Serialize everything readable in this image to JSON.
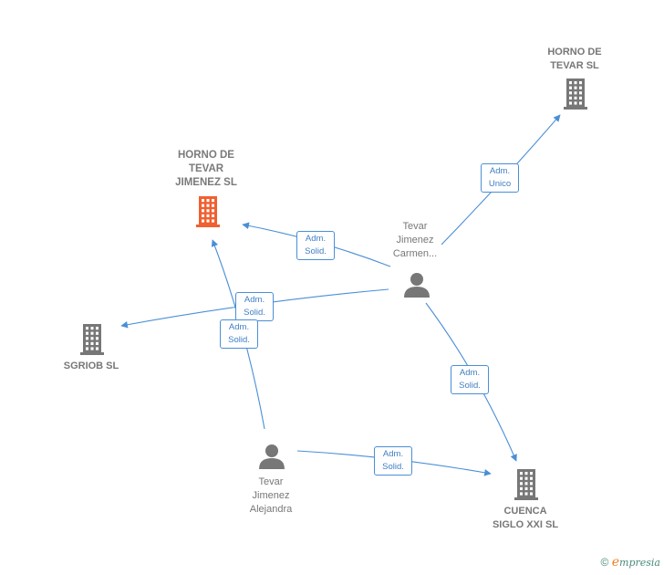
{
  "nodes": {
    "horno_tevar_jimenez": {
      "label": "HORNO DE\nTEVAR\nJIMENEZ  SL",
      "icon": "building-icon",
      "color": "#f06030"
    },
    "horno_tevar": {
      "label": "HORNO DE\nTEVAR  SL",
      "icon": "building-icon",
      "color": "#777777"
    },
    "sgriob": {
      "label": "SGRIOB  SL",
      "icon": "building-icon",
      "color": "#777777"
    },
    "cuenca": {
      "label": "CUENCA\nSIGLO XXI SL",
      "icon": "building-icon",
      "color": "#777777"
    },
    "person_carmen": {
      "label": "Tevar\nJimenez\nCarmen...",
      "icon": "person-icon",
      "color": "#777777"
    },
    "person_alejandra": {
      "label": "Tevar\nJimenez\nAlejandra",
      "icon": "person-icon",
      "color": "#777777"
    }
  },
  "edges": [
    {
      "from": "person_carmen",
      "to": "horno_tevar",
      "label": "Adm.\nUnico"
    },
    {
      "from": "person_carmen",
      "to": "horno_tevar_jimenez",
      "label": "Adm.\nSolid."
    },
    {
      "from": "person_carmen",
      "to": "sgriob",
      "label": "Adm.\nSolid."
    },
    {
      "from": "person_carmen",
      "to": "cuenca",
      "label": "Adm.\nSolid."
    },
    {
      "from": "person_alejandra",
      "to": "horno_tevar_jimenez",
      "label": "Adm.\nSolid."
    },
    {
      "from": "person_alejandra",
      "to": "cuenca",
      "label": "Adm.\nSolid."
    }
  ],
  "footer": {
    "copyright": "©",
    "brand_e": "e",
    "brand_rest": "mpresia"
  },
  "colors": {
    "edge": "#4a8fd6",
    "main_company": "#f06030",
    "company": "#777777",
    "person": "#777777"
  }
}
